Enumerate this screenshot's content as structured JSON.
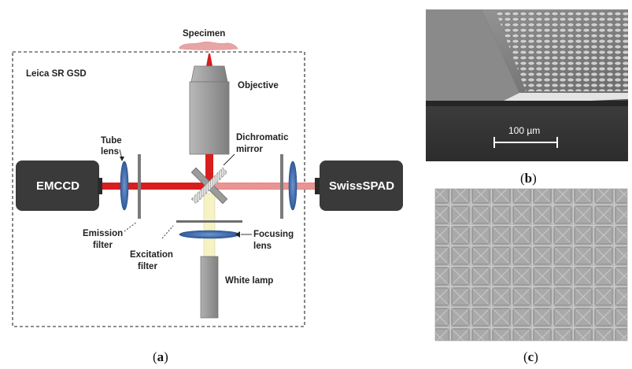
{
  "figure": {
    "panel_a": {
      "caption_letter": "a",
      "labels": {
        "specimen": "Specimen",
        "system": "Leica SR GSD",
        "objective": "Objective",
        "tube_lens": "Tube",
        "tube_lens_2": "lens",
        "dichromatic": "Dichromatic",
        "dichromatic_2": "mirror",
        "emccd": "EMCCD",
        "swisspad": "SwissSPAD",
        "emission": "Emission",
        "emission_2": "filter",
        "excitation": "Excitation",
        "excitation_2": "filter",
        "focusing": "Focusing",
        "focusing_2": "lens",
        "white_lamp": "White lamp"
      }
    },
    "panel_b": {
      "caption_letter": "b",
      "scale_bar": "100 µm"
    },
    "panel_c": {
      "caption_letter": "c"
    }
  },
  "colors": {
    "laser_red": "#d81e1e",
    "laser_pink": "#f08080",
    "lens_blue": "#3f6fb3",
    "device_dark": "#3a3a3a",
    "objective_gray": "#9a9a9a",
    "lamp_beam": "#f6f2c4",
    "specimen_pink": "#e89a9a"
  }
}
